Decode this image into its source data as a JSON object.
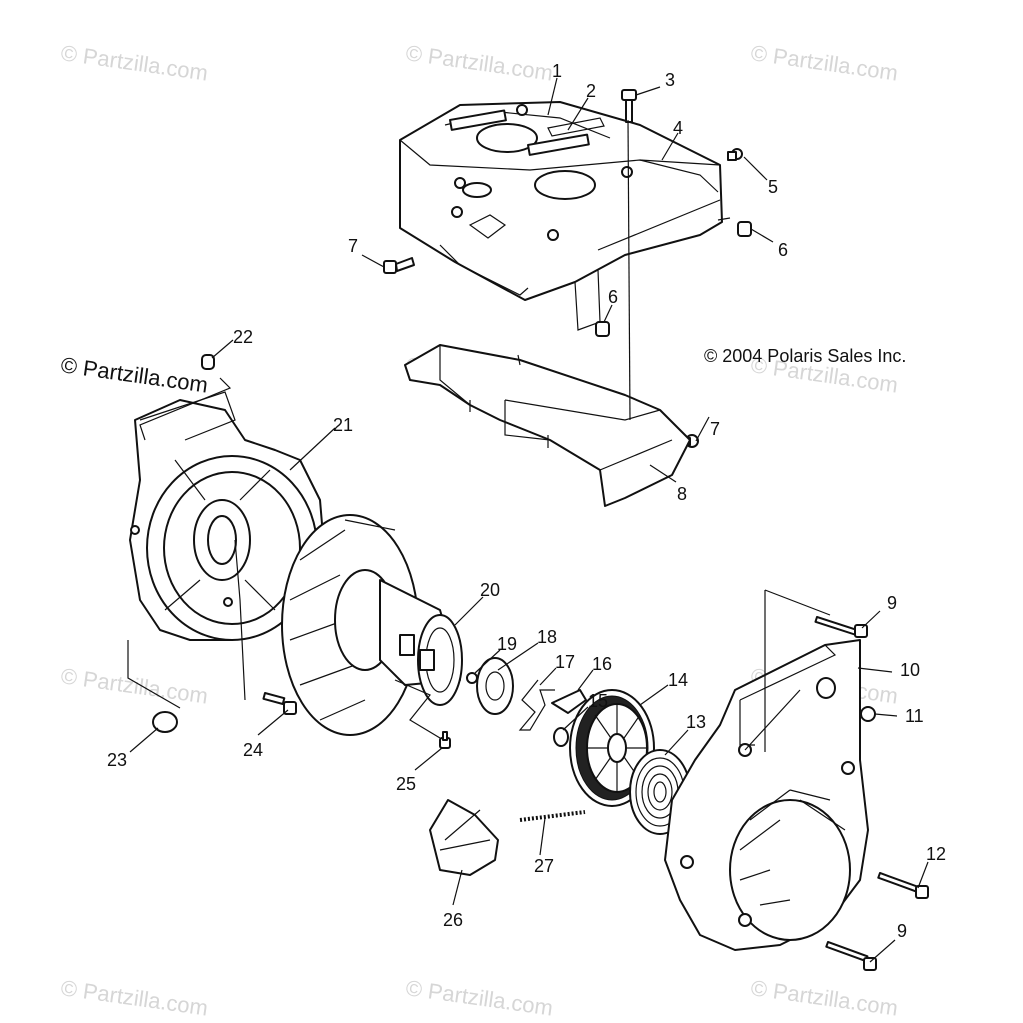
{
  "watermark": "© Partzilla.com",
  "copyright": "© 2004 Polaris Sales Inc.",
  "callouts": [
    {
      "id": "c1",
      "label": "1"
    },
    {
      "id": "c2",
      "label": "2"
    },
    {
      "id": "c3",
      "label": "3"
    },
    {
      "id": "c4",
      "label": "4"
    },
    {
      "id": "c5",
      "label": "5"
    },
    {
      "id": "c6a",
      "label": "6"
    },
    {
      "id": "c6b",
      "label": "6"
    },
    {
      "id": "c7a",
      "label": "7"
    },
    {
      "id": "c7b",
      "label": "7"
    },
    {
      "id": "c8",
      "label": "8"
    },
    {
      "id": "c9a",
      "label": "9"
    },
    {
      "id": "c9b",
      "label": "9"
    },
    {
      "id": "c10",
      "label": "10"
    },
    {
      "id": "c11",
      "label": "11"
    },
    {
      "id": "c12",
      "label": "12"
    },
    {
      "id": "c13",
      "label": "13"
    },
    {
      "id": "c14",
      "label": "14"
    },
    {
      "id": "c15",
      "label": "15"
    },
    {
      "id": "c16",
      "label": "16"
    },
    {
      "id": "c17",
      "label": "17"
    },
    {
      "id": "c18",
      "label": "18"
    },
    {
      "id": "c19",
      "label": "19"
    },
    {
      "id": "c20",
      "label": "20"
    },
    {
      "id": "c21",
      "label": "21"
    },
    {
      "id": "c22",
      "label": "22"
    },
    {
      "id": "c23",
      "label": "23"
    },
    {
      "id": "c24",
      "label": "24"
    },
    {
      "id": "c25",
      "label": "25"
    },
    {
      "id": "c26",
      "label": "26"
    },
    {
      "id": "c27",
      "label": "27"
    }
  ]
}
